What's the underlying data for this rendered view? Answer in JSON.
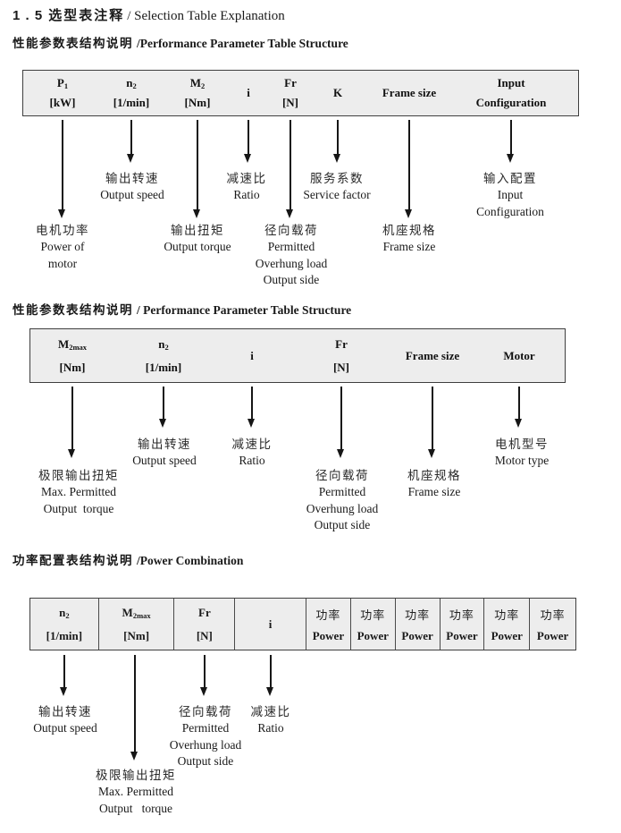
{
  "title": {
    "num": "1 . 5",
    "zh": "选型表注释",
    "en": "/  Selection Table Explanation"
  },
  "s1": {
    "heading": {
      "zh": "性能参数表结构说明",
      "en": "/Performance Parameter Table Structure"
    },
    "table": {
      "cols": [
        {
          "l1": "P",
          "sub": "1",
          "l2": "[kW]"
        },
        {
          "l1": "n",
          "sub": "2",
          "l2": "[1/min]"
        },
        {
          "l1": "M",
          "sub": "2",
          "l2": "[Nm]"
        },
        {
          "l1": "i"
        },
        {
          "l1": "Fr",
          "l2": "[N]"
        },
        {
          "l1": "K"
        },
        {
          "l1": "Frame size"
        },
        {
          "l1": "Input",
          "l2": "Configuration"
        }
      ]
    },
    "ann": [
      {
        "cn": "电机功率",
        "en1": "Power of",
        "en2": "motor"
      },
      {
        "cn": "输出转速",
        "en1": "Output speed"
      },
      {
        "cn": "输出扭矩",
        "en1": "Output torque"
      },
      {
        "cn": "减速比",
        "en1": "Ratio"
      },
      {
        "cn": "径向载荷",
        "en1": "Permitted",
        "en2": "Overhung load",
        "en3": "Output side"
      },
      {
        "cn": "服务系数",
        "en1": "Service factor"
      },
      {
        "cn": "机座规格",
        "en1": "Frame size"
      },
      {
        "cn": "输入配置",
        "en1": "Input",
        "en2": "Configuration"
      }
    ]
  },
  "s2": {
    "heading": {
      "zh": "性能参数表结构说明",
      "en": "/ Performance Parameter Table Structure"
    },
    "table": {
      "cols": [
        {
          "l1": "M",
          "sub": "2max",
          "l2": "[Nm]"
        },
        {
          "l1": "n",
          "sub": "2",
          "l2": "[1/min]"
        },
        {
          "l1": "i"
        },
        {
          "l1": "Fr",
          "l2": "[N]"
        },
        {
          "l1": "Frame size"
        },
        {
          "l1": "Motor"
        }
      ]
    },
    "ann": [
      {
        "cn": "极限输出扭矩",
        "en1": "Max. Permitted",
        "en2": "Output  torque"
      },
      {
        "cn": "输出转速",
        "en1": "Output speed"
      },
      {
        "cn": "减速比",
        "en1": "Ratio"
      },
      {
        "cn": "径向载荷",
        "en1": "Permitted",
        "en2": "Overhung load",
        "en3": "Output side"
      },
      {
        "cn": "机座规格",
        "en1": "Frame size"
      },
      {
        "cn": "电机型号",
        "en1": "Motor type"
      }
    ]
  },
  "s3": {
    "heading": {
      "zh": "功率配置表结构说明",
      "en": "/Power Combination"
    },
    "table": {
      "cols": [
        {
          "l1": "n",
          "sub": "2",
          "l2": "[1/min]"
        },
        {
          "l1": "M",
          "sub": "2max",
          "l2": "[Nm]"
        },
        {
          "l1": "Fr",
          "l2": "[N]"
        },
        {
          "l1": "i"
        }
      ],
      "power_cols": [
        {
          "cn": "功率",
          "en": "Power"
        },
        {
          "cn": "功率",
          "en": "Power"
        },
        {
          "cn": "功率",
          "en": "Power"
        },
        {
          "cn": "功率",
          "en": "Power"
        },
        {
          "cn": "功率",
          "en": "Power"
        },
        {
          "cn": "功率",
          "en": "Power"
        }
      ]
    },
    "ann": [
      {
        "cn": "输出转速",
        "en1": "Output speed"
      },
      {
        "cn": "极限输出扭矩",
        "en1": "Max. Permitted",
        "en2": "Output   torque"
      },
      {
        "cn": "径向载荷",
        "en1": "Permitted",
        "en2": "Overhung load",
        "en3": "Output side"
      },
      {
        "cn": "减速比",
        "en1": "Ratio"
      }
    ]
  }
}
